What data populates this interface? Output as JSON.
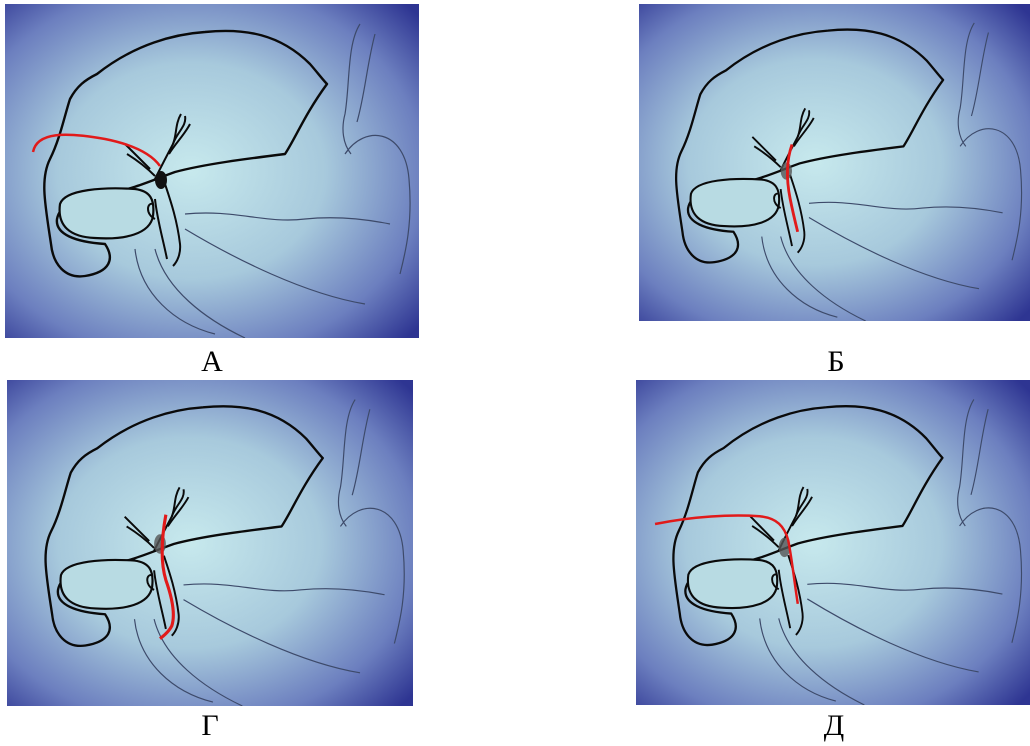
{
  "panels": [
    {
      "id": "a",
      "label": "А",
      "variant": "a"
    },
    {
      "id": "b",
      "label": "Б",
      "variant": "b"
    },
    {
      "id": "g",
      "label": "Г",
      "variant": "g"
    },
    {
      "id": "d",
      "label": "Д",
      "variant": "d"
    }
  ],
  "colors": {
    "outline": "#0a0a0a",
    "drain_tube": "#e11a1a",
    "frame_dark": "#2e3592",
    "frame_light": "#c6e8ec",
    "thin_lines": "#3d4a6a"
  }
}
